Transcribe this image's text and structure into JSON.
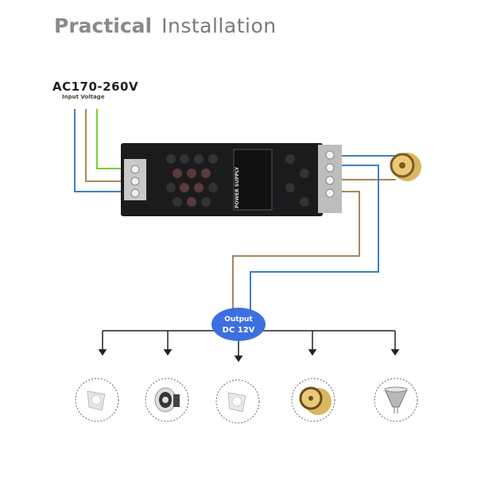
{
  "title": {
    "bold": "Practical",
    "light": "Installation"
  },
  "input": {
    "voltage": "AC170-260V",
    "label": "Input Voltage"
  },
  "device": {
    "label": "POWER SUPPLY"
  },
  "output": {
    "label": "Output",
    "voltage": "DC 12V"
  },
  "colors": {
    "blue_wire": "#3f7fc0",
    "brown_wire": "#a8875a",
    "green_wire": "#7ccf3a",
    "output_badge": "#3d6fe0"
  },
  "loads": [
    {
      "icon": "mr16-spotlight-icon"
    },
    {
      "icon": "downlight-icon"
    },
    {
      "icon": "gu10-spotlight-icon"
    },
    {
      "icon": "led-strip-reel-icon"
    },
    {
      "icon": "mr16-bulb-icon"
    }
  ]
}
